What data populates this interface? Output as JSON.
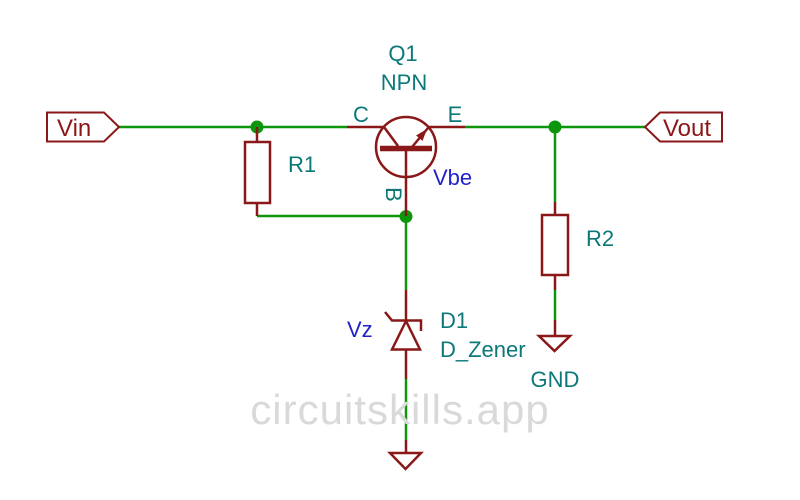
{
  "colors": {
    "background": "#ffffff",
    "wire": "#0c960c",
    "component": "#8a1818",
    "net_label": "#8a1818",
    "reference": "#0c7878",
    "annotation": "#2222cc",
    "watermark": "#d9d9d9"
  },
  "net_labels": {
    "vin": "Vin",
    "vout": "Vout",
    "gnd": "GND"
  },
  "transistor": {
    "ref": "Q1",
    "value": "NPN",
    "pin_c": "C",
    "pin_e": "E",
    "pin_b": "B",
    "annotation": "Vbe"
  },
  "resistors": {
    "r1": "R1",
    "r2": "R2"
  },
  "diode": {
    "ref": "D1",
    "value": "D_Zener",
    "annotation": "Vz"
  },
  "watermark": {
    "text": "circuitskills.app"
  }
}
